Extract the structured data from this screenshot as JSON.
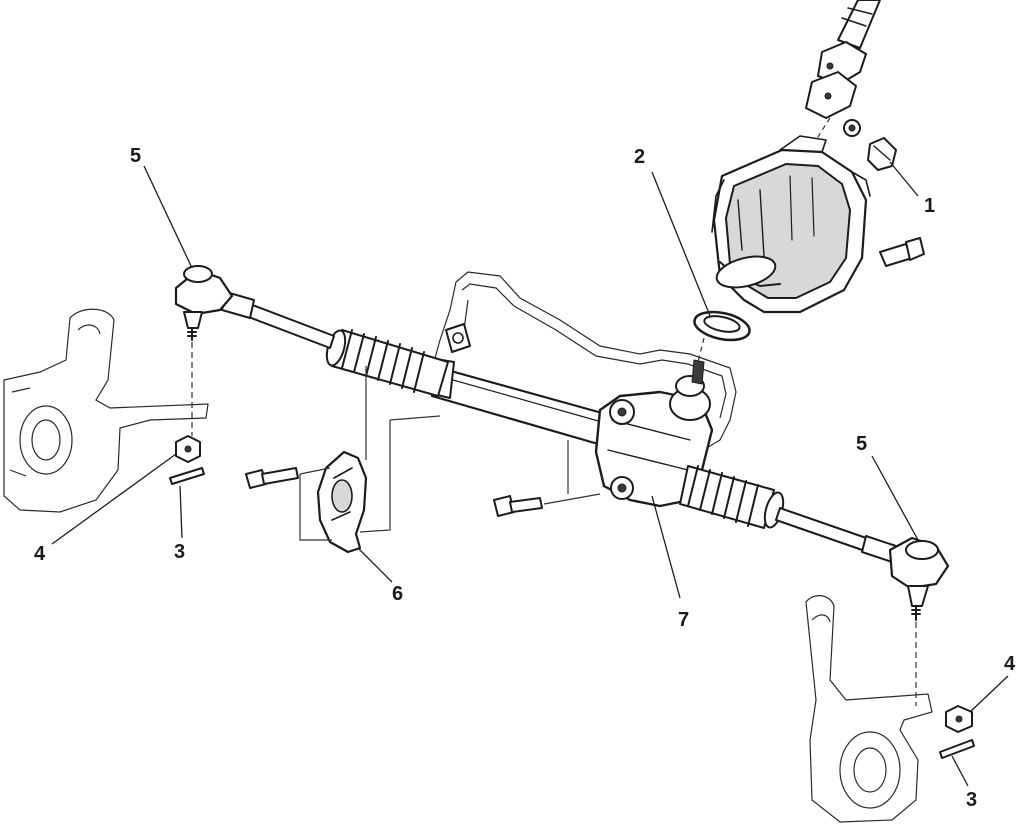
{
  "callouts": [
    {
      "id": "c1",
      "text": "1"
    },
    {
      "id": "c2",
      "text": "2"
    },
    {
      "id": "c3a",
      "text": "3"
    },
    {
      "id": "c3b",
      "text": "3"
    },
    {
      "id": "c4a",
      "text": "4"
    },
    {
      "id": "c4b",
      "text": "4"
    },
    {
      "id": "c5a",
      "text": "5"
    },
    {
      "id": "c5b",
      "text": "5"
    },
    {
      "id": "c6",
      "text": "6"
    },
    {
      "id": "c7",
      "text": "7"
    }
  ]
}
